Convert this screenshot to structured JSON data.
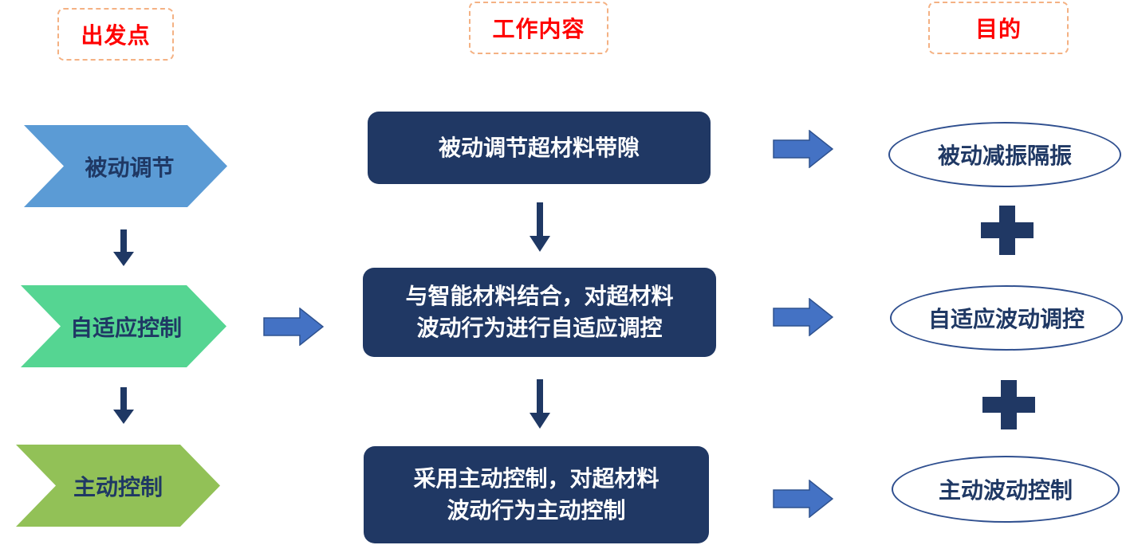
{
  "headers": {
    "start": "出发点",
    "work": "工作内容",
    "goal": "目的"
  },
  "start_points": [
    {
      "label": "被动调节",
      "color": "#5b9bd5"
    },
    {
      "label": "自适应控制",
      "color": "#55d592"
    },
    {
      "label": "主动控制",
      "color": "#92c157"
    }
  ],
  "work_items": [
    {
      "line1": "被动调节超材料带隙",
      "line2": ""
    },
    {
      "line1": "与智能材料结合，对超材料",
      "line2": "波动行为进行自适应调控"
    },
    {
      "line1": "采用主动控制，对超材料",
      "line2": "波动行为主动控制"
    }
  ],
  "goals": [
    {
      "label": "被动减振隔振"
    },
    {
      "label": "自适应波动调控"
    },
    {
      "label": "主动波动控制"
    }
  ],
  "colors": {
    "box": "#203864",
    "arrow_blue": "#4472c4",
    "arrow_dark": "#1f3864",
    "header_text": "#ff0000",
    "header_border": "#f4b183"
  }
}
